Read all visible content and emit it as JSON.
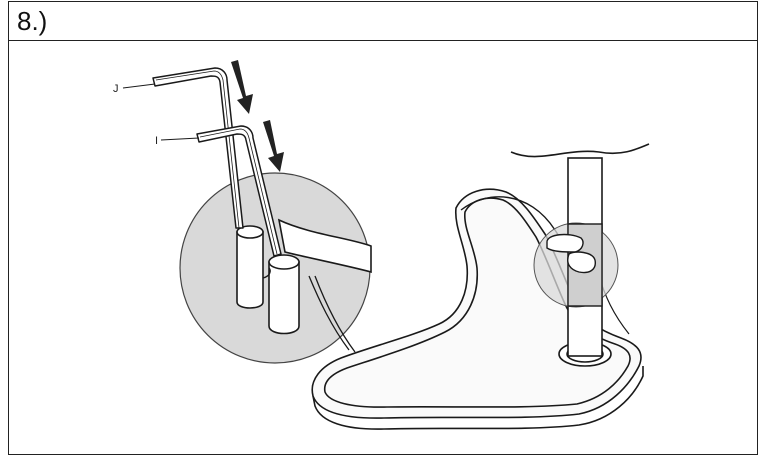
{
  "header": {
    "step_label": "8.)"
  },
  "illustration": {
    "callouts": [
      {
        "id": "J",
        "label": "J"
      },
      {
        "id": "I",
        "label": "I"
      }
    ]
  },
  "icons": [
    "arrow-down-icon",
    "allen-key-icon",
    "magnifier-callout-icon"
  ]
}
